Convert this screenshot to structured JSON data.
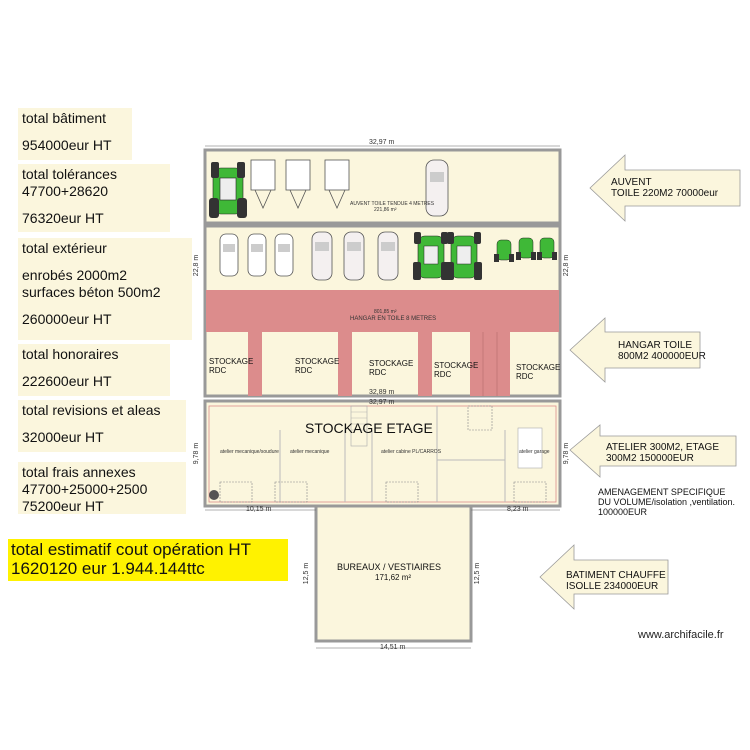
{
  "notes": {
    "batiment": {
      "title": "total bâtiment",
      "value": "954000eur HT"
    },
    "tolerances": {
      "title": "total tolérances",
      "formula": "47700+28620",
      "value": "76320eur HT"
    },
    "exterieur": {
      "title": "total extérieur",
      "line1": "enrobés 2000m2",
      "line2": "surfaces béton 500m2",
      "value": "260000eur HT"
    },
    "honoraires": {
      "title": "total honoraires",
      "value": "222600eur HT"
    },
    "revisions": {
      "title": "total revisions et aleas",
      "value": "32000eur HT"
    },
    "annexes": {
      "title": "total frais annexes",
      "formula": "47700+25000+2500",
      "value": "75200eur HT"
    }
  },
  "total": {
    "line1": "total estimatif cout opération HT",
    "line2": "1620120 eur 1.944.144ttc"
  },
  "arrows": {
    "auvent": {
      "line1": "AUVENT",
      "line2": "TOILE 220M2 70000eur"
    },
    "hangar": {
      "line1": "HANGAR TOILE",
      "line2": "800M2 400000EUR"
    },
    "atelier": {
      "line1": "ATELIER 300M2, ETAGE",
      "line2": "300M2 150000EUR"
    },
    "batiment": {
      "line1": "BATIMENT CHAUFFE",
      "line2": "ISOLLE 234000EUR"
    }
  },
  "amenagement": {
    "line1": "AMENAGEMENT SPECIFIQUE",
    "line2": "DU VOLUME/isolation ,ventilation.",
    "line3": "100000EUR"
  },
  "plan": {
    "dim_top": "32,97 m",
    "dim_mid1": "32,89 m",
    "dim_mid2": "32,97 m",
    "dim_left_hangar": "22,8 m",
    "dim_right_hangar": "22,8 m",
    "dim_left_atelier": "9,78 m",
    "dim_right_atelier": "9,78 m",
    "dim_bottom_left": "10,15 m",
    "dim_bottom_right": "8,23 m",
    "dim_bureaux_left": "12,5 m",
    "dim_bureaux_right": "12,5 m",
    "dim_bureaux_bottom": "14,51 m",
    "auvent_label": "AUVENT TOILE TENDUE 4 METRES",
    "auvent_area": "221,86 m²",
    "hangar_area": "801,85 m²",
    "hangar_label": "HANGAR EN TOILE 8 METRES",
    "stockage_rdc": [
      "STOCKAGE RDC",
      "STOCKAGE RDC",
      "STOCKAGE RDC",
      "STOCKAGE RDC",
      "STOCKAGE RDC"
    ],
    "stockage_etage": "STOCKAGE ETAGE",
    "atelier1": "atelier mecanique/soudure",
    "atelier2": "atelier mecanique",
    "atelier3": "atelier cabine PL/CARROS",
    "atelier4": "atelier garage",
    "bureaux_label": "BUREAUX / VESTIAIRES",
    "bureaux_area": "171,62 m²"
  },
  "watermark": "www.archifacile.fr",
  "colors": {
    "hangar_band": "#dc8c8c",
    "room_fill": "#fbf6dd",
    "total_bg": "#fff200",
    "wall": "#999999"
  }
}
